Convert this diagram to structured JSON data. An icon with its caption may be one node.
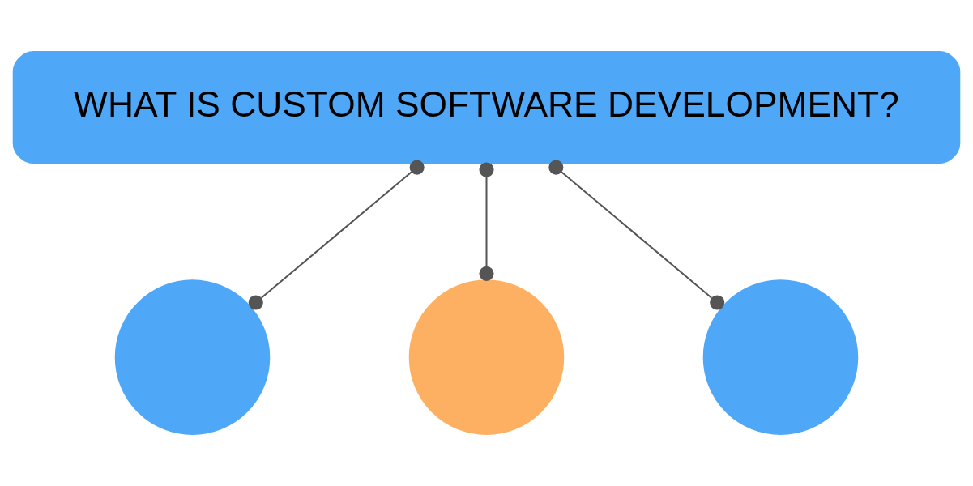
{
  "diagram": {
    "nodes": [
      {
        "text": [
          "WHAT IS CUSTOM SOFTWARE DEVELOPMENT?"
        ]
      },
      {
        "text": [],
        "shape": "circle"
      },
      {
        "text": [],
        "shape": "circle"
      },
      {
        "text": [],
        "shape": "circle"
      }
    ],
    "edges": [
      {
        "from": 0,
        "to": 1,
        "arrow": "other"
      },
      {
        "from": 0,
        "to": 2,
        "arrow": "other"
      },
      {
        "from": 0,
        "to": 3,
        "arrow": "other"
      }
    ]
  }
}
